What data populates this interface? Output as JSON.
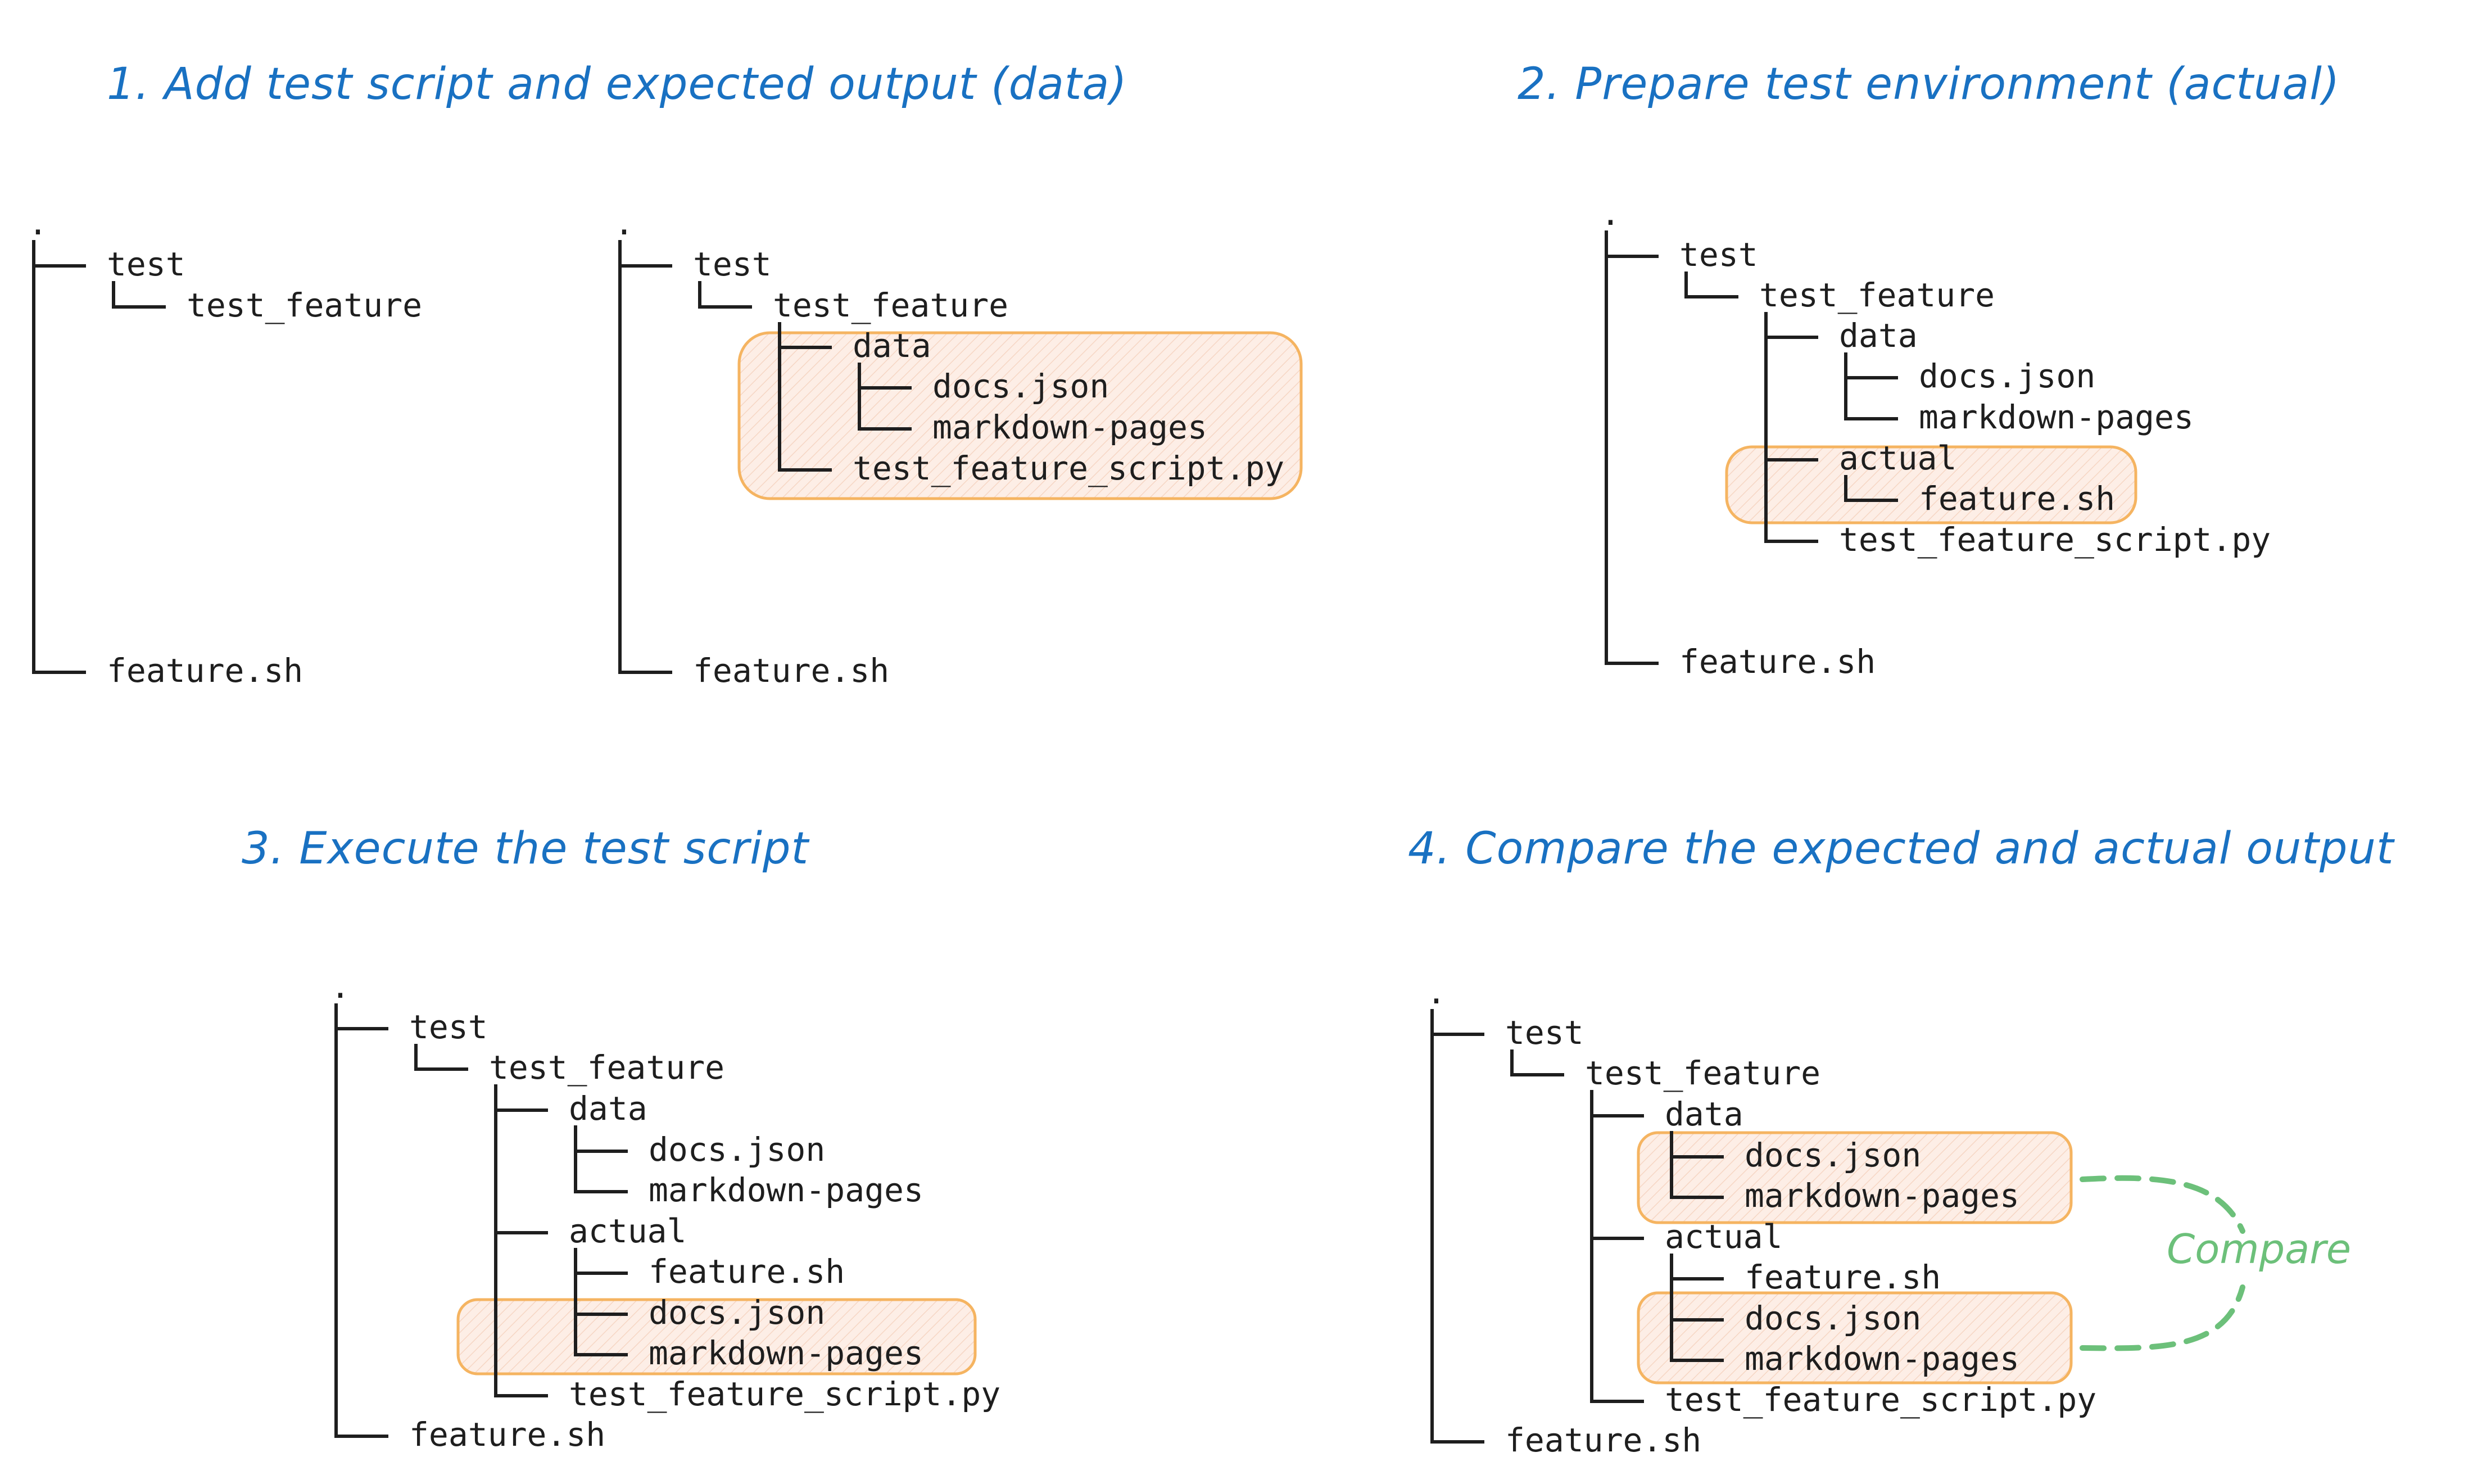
{
  "panels": [
    {
      "id": "p1",
      "title": "1. Add test script and expected output (data)"
    },
    {
      "id": "p2",
      "title": "2. Prepare test environment (actual)"
    },
    {
      "id": "p3",
      "title": "3. Execute the test script"
    },
    {
      "id": "p4",
      "title": "4. Compare the expected and actual output"
    }
  ],
  "compare_label": "Compare",
  "colors": {
    "title": "#1971c2",
    "line": "#1e1e1e",
    "highlight_stroke": "#f5b461",
    "highlight_fill": "#fdeee6",
    "compare": "#6cc07a"
  },
  "trees": [
    {
      "id": "tree1a",
      "root": ".",
      "rows": [
        {
          "name": "test",
          "depth": 1
        },
        {
          "name": "test_feature",
          "depth": 2
        },
        {
          "name": "feature.sh",
          "depth": 1
        }
      ]
    },
    {
      "id": "tree1b",
      "root": ".",
      "rows": [
        {
          "name": "test",
          "depth": 1
        },
        {
          "name": "test_feature",
          "depth": 2
        },
        {
          "name": "data",
          "depth": 3
        },
        {
          "name": "docs.json",
          "depth": 4
        },
        {
          "name": "markdown-pages",
          "depth": 4
        },
        {
          "name": "test_feature_script.py",
          "depth": 3
        },
        {
          "name": "feature.sh",
          "depth": 1
        }
      ]
    },
    {
      "id": "tree2",
      "root": ".",
      "rows": [
        {
          "name": "test",
          "depth": 1
        },
        {
          "name": "test_feature",
          "depth": 2
        },
        {
          "name": "data",
          "depth": 3
        },
        {
          "name": "docs.json",
          "depth": 4
        },
        {
          "name": "markdown-pages",
          "depth": 4
        },
        {
          "name": "actual",
          "depth": 3
        },
        {
          "name": "feature.sh",
          "depth": 4
        },
        {
          "name": "test_feature_script.py",
          "depth": 3
        },
        {
          "name": "feature.sh",
          "depth": 1
        }
      ]
    },
    {
      "id": "tree3",
      "root": ".",
      "rows": [
        {
          "name": "test",
          "depth": 1
        },
        {
          "name": "test_feature",
          "depth": 2
        },
        {
          "name": "data",
          "depth": 3
        },
        {
          "name": "docs.json",
          "depth": 4
        },
        {
          "name": "markdown-pages",
          "depth": 4
        },
        {
          "name": "actual",
          "depth": 3
        },
        {
          "name": "feature.sh",
          "depth": 4
        },
        {
          "name": "docs.json",
          "depth": 4
        },
        {
          "name": "markdown-pages",
          "depth": 4
        },
        {
          "name": "test_feature_script.py",
          "depth": 3
        },
        {
          "name": "feature.sh",
          "depth": 1
        }
      ]
    },
    {
      "id": "tree4",
      "root": ".",
      "rows": [
        {
          "name": "test",
          "depth": 1
        },
        {
          "name": "test_feature",
          "depth": 2
        },
        {
          "name": "data",
          "depth": 3
        },
        {
          "name": "docs.json",
          "depth": 4
        },
        {
          "name": "markdown-pages",
          "depth": 4
        },
        {
          "name": "actual",
          "depth": 3
        },
        {
          "name": "feature.sh",
          "depth": 4
        },
        {
          "name": "docs.json",
          "depth": 4
        },
        {
          "name": "markdown-pages",
          "depth": 4
        },
        {
          "name": "test_feature_script.py",
          "depth": 3
        },
        {
          "name": "feature.sh",
          "depth": 1
        }
      ]
    }
  ]
}
